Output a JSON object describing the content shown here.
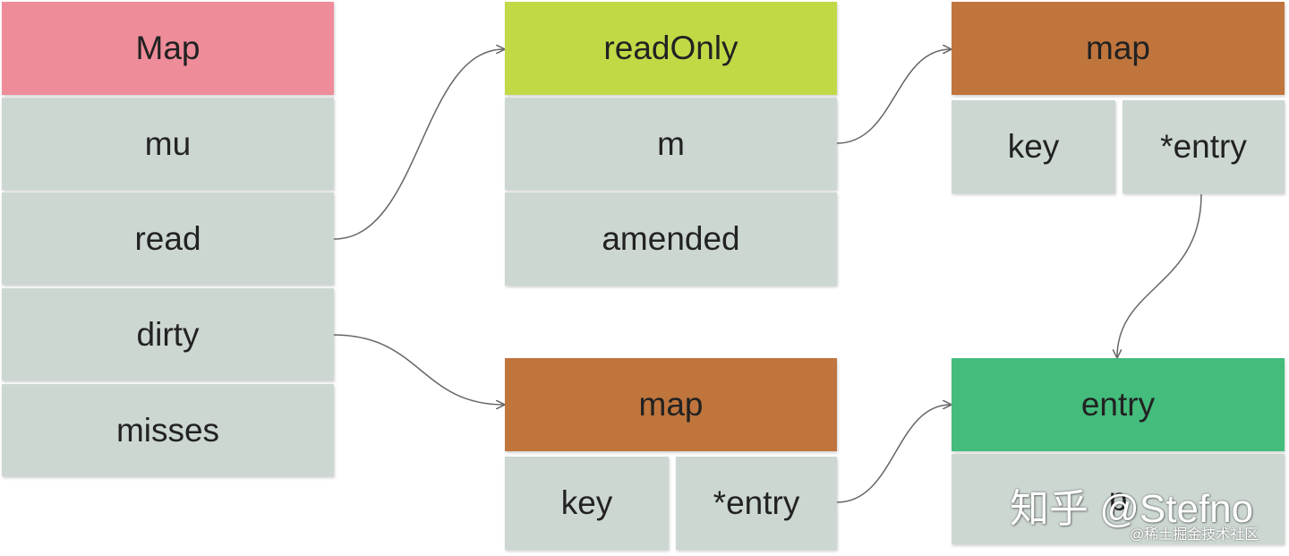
{
  "map_struct": {
    "title": "Map",
    "fields": [
      "mu",
      "read",
      "dirty",
      "misses"
    ]
  },
  "read_only": {
    "title": "readOnly",
    "fields": [
      "m",
      "amended"
    ]
  },
  "read_only_map": {
    "title": "map",
    "key": "key",
    "value": "*entry"
  },
  "dirty_map": {
    "title": "map",
    "key": "key",
    "value": "*entry"
  },
  "entry": {
    "title": "entry",
    "field": "p"
  },
  "watermark": {
    "main": "知乎 @Stefno",
    "sub": "@稀土掘金技术社区"
  },
  "colors": {
    "map_header": "#ef8c99",
    "readonly_header": "#c2d946",
    "map_type_header": "#c0753d",
    "entry_header": "#44bc7c",
    "field_cell": "#cdd7d1",
    "arrow": "#666666"
  }
}
